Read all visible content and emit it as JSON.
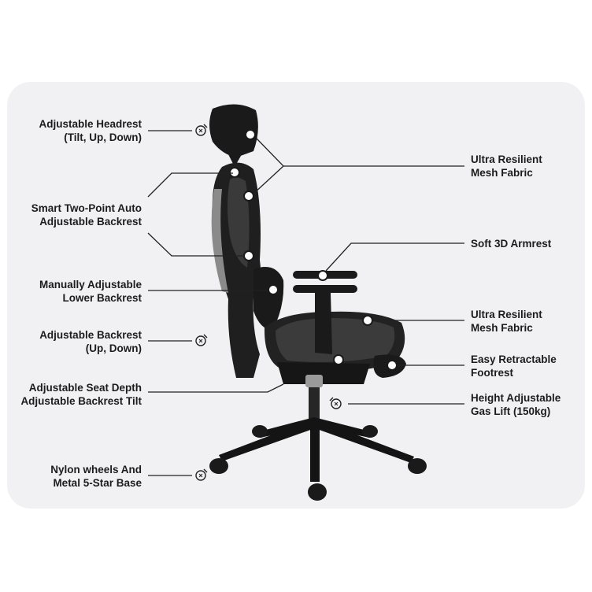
{
  "callouts_left": [
    {
      "id": "headrest",
      "lines": [
        "Adjustable Headrest",
        "(Tilt, Up, Down)"
      ]
    },
    {
      "id": "backrest-auto",
      "lines": [
        "Smart Two-Point Auto",
        "Adjustable Backrest"
      ]
    },
    {
      "id": "lower-backrest",
      "lines": [
        "Manually Adjustable",
        "Lower Backrest"
      ]
    },
    {
      "id": "backrest-updown",
      "lines": [
        "Adjustable Backrest",
        "(Up, Down)"
      ]
    },
    {
      "id": "seat-depth",
      "lines": [
        "Adjustable Seat Depth",
        "Adjustable Backrest Tilt"
      ]
    },
    {
      "id": "base",
      "lines": [
        "Nylon wheels And",
        "Metal 5-Star Base"
      ]
    }
  ],
  "callouts_right": [
    {
      "id": "mesh-top",
      "lines": [
        "Ultra Resilient",
        "Mesh Fabric"
      ]
    },
    {
      "id": "armrest",
      "lines": [
        "Soft 3D Armrest"
      ]
    },
    {
      "id": "mesh-seat",
      "lines": [
        "Ultra Resilient",
        "Mesh Fabric"
      ]
    },
    {
      "id": "footrest",
      "lines": [
        "Easy Retractable",
        "Footrest"
      ]
    },
    {
      "id": "gas-lift",
      "lines": [
        "Height Adjustable",
        "Gas Lift (150kg)"
      ]
    }
  ],
  "colors": {
    "panel": "#f1f1f3",
    "text": "#1c1c1c",
    "chair": "#1a1a1a",
    "line": "#222222"
  },
  "icons": [
    "adjust-dial-icon",
    "hotspot-dot-icon"
  ]
}
